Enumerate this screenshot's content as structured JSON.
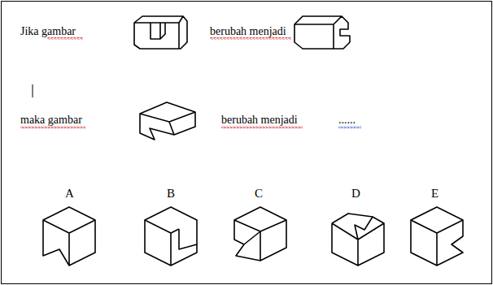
{
  "diagram": {
    "labels": [
      "Jika gambar",
      "berubah menjadi",
      "maka gambar",
      "berubah menjadi",
      "......",
      "A",
      "B",
      "C",
      "D",
      "E"
    ]
  }
}
